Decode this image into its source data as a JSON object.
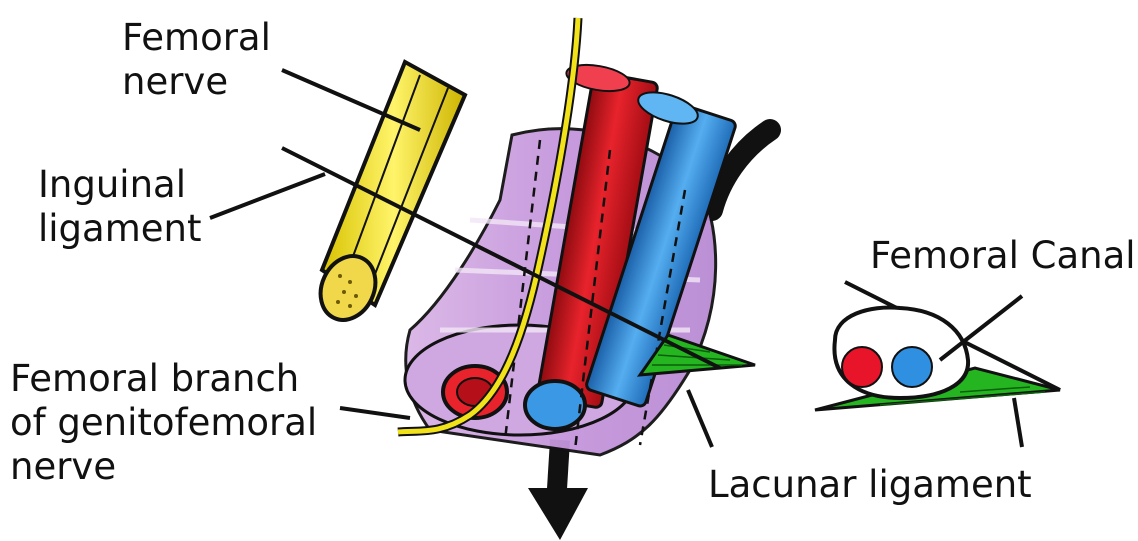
{
  "labels": {
    "femoral_nerve": [
      "Femoral",
      "nerve"
    ],
    "inguinal_ligament": [
      "Inguinal",
      "ligament"
    ],
    "femoral_branch": [
      "Femoral branch",
      "of genitofemoral",
      "nerve"
    ],
    "femoral_canal": "Femoral Canal",
    "lacunar_ligament": "Lacunar ligament"
  },
  "colors": {
    "nerve": "#f2e21a",
    "artery": "#e01822",
    "vein": "#2f8fe0",
    "sheath": "#c9a6dc",
    "ligament": "#22b51e",
    "outline": "#111111"
  }
}
